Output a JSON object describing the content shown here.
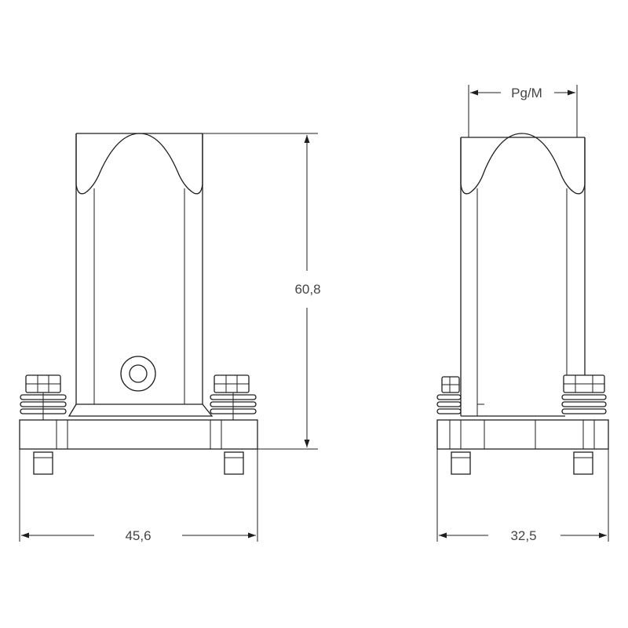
{
  "dimensions": {
    "height_label": "60,8",
    "width_front_label": "45,6",
    "width_side_label": "32,5",
    "thread_label": "Pg/M"
  },
  "colors": {
    "line": "#1f1f1f",
    "text": "#444444",
    "background": "#ffffff"
  }
}
